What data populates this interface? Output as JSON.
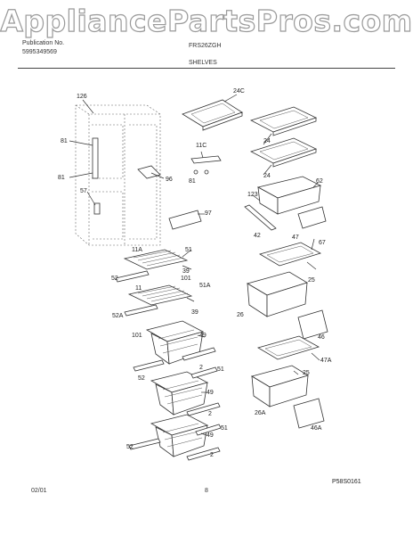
{
  "watermark": "AppliancePartsPros.com",
  "header": {
    "publication_label": "Publication No.",
    "publication_number": "5995349569",
    "model": "FRS26ZGH",
    "section": "SHELVES"
  },
  "callouts": {
    "c126": "126",
    "c81a": "81",
    "c81b": "81",
    "c57": "57",
    "c96": "96",
    "c81c": "81",
    "c11C": "11C",
    "c24C": "24C",
    "c24a": "24",
    "c24b": "24",
    "c62": "62",
    "c123": "123",
    "c42": "42",
    "c47": "47",
    "c67": "67",
    "c97": "97",
    "c11A": "11A",
    "c51a": "51",
    "c39a": "39",
    "c52a": "52",
    "c11": "11",
    "c101a": "101",
    "c51A": "51A",
    "c39b": "39",
    "c52A": "52A",
    "c101b": "101",
    "c25a": "25",
    "c26": "26",
    "c49a": "49",
    "c46": "46",
    "c2a": "2",
    "c51b": "51",
    "c47A": "47A",
    "c25b": "25",
    "c52b": "52",
    "c49b": "49",
    "c2b": "2",
    "c26A": "26A",
    "c49c": "49",
    "c51c": "51",
    "c52c": "52",
    "c2c": "2",
    "c46A": "46A"
  },
  "diagram_id": "P58S0161",
  "footer": {
    "date": "02/01",
    "page": "8"
  }
}
